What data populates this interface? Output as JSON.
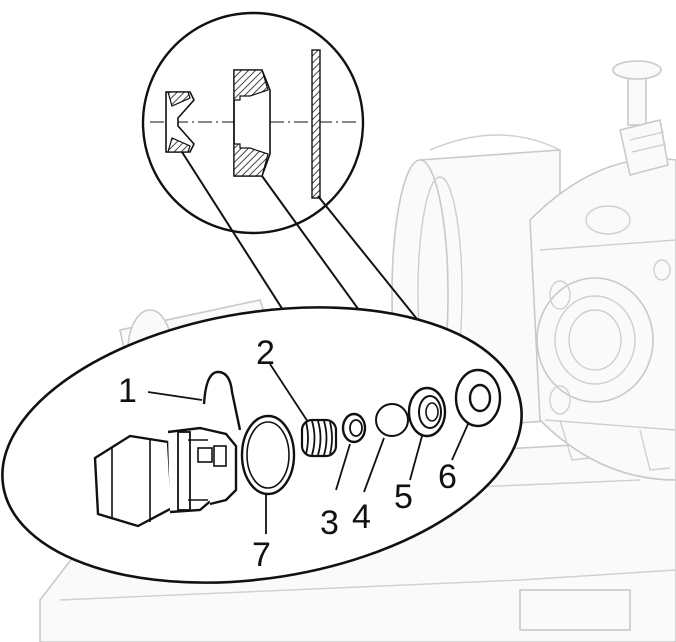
{
  "diagram": {
    "callouts": [
      {
        "id": "1",
        "label": "1"
      },
      {
        "id": "2",
        "label": "2"
      },
      {
        "id": "3",
        "label": "3"
      },
      {
        "id": "4",
        "label": "4"
      },
      {
        "id": "5",
        "label": "5"
      },
      {
        "id": "6",
        "label": "6"
      },
      {
        "id": "7",
        "label": "7"
      }
    ],
    "colors": {
      "line": "#111111",
      "ghost": "#c9c9c9",
      "hatch": "#444444"
    },
    "icons": {
      "hex-valve-plug": "hex-valve-plug-icon",
      "retaining-clip": "retaining-clip-icon",
      "spring": "spring-icon",
      "valve-seat": "valve-seat-icon",
      "ball": "ball-icon",
      "valve-guide": "valve-guide-icon",
      "washer": "washer-icon",
      "o-ring": "o-ring-icon"
    }
  }
}
